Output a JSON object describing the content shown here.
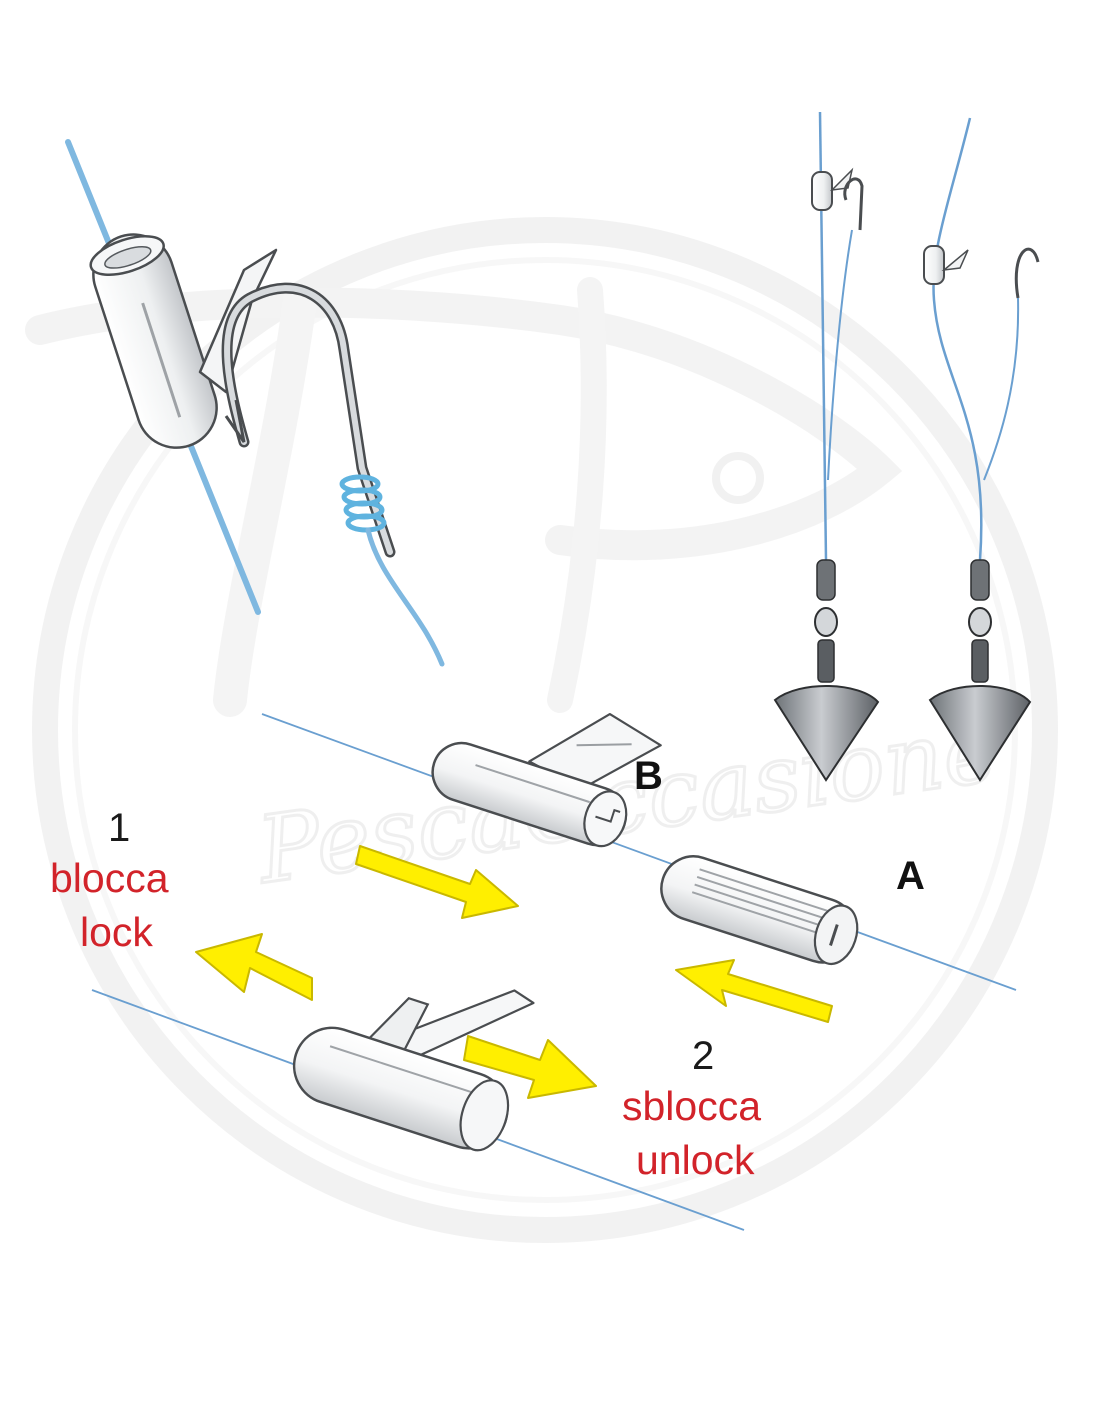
{
  "labels": {
    "step1_number": "1",
    "step1_it": "blocca",
    "step1_en": "lock",
    "step2_number": "2",
    "step2_it": "sblocca",
    "step2_en": "unlock",
    "part_a": "A",
    "part_b": "B"
  },
  "watermark": {
    "text": "PescaOccasione"
  },
  "colors": {
    "line": "#7fb8e0",
    "line_thin": "#6a9fd0",
    "label_red": "#d2232a",
    "arrow_yellow": "#ffef00",
    "arrow_outline": "#c9b800",
    "metal": "#a9aeb3"
  }
}
